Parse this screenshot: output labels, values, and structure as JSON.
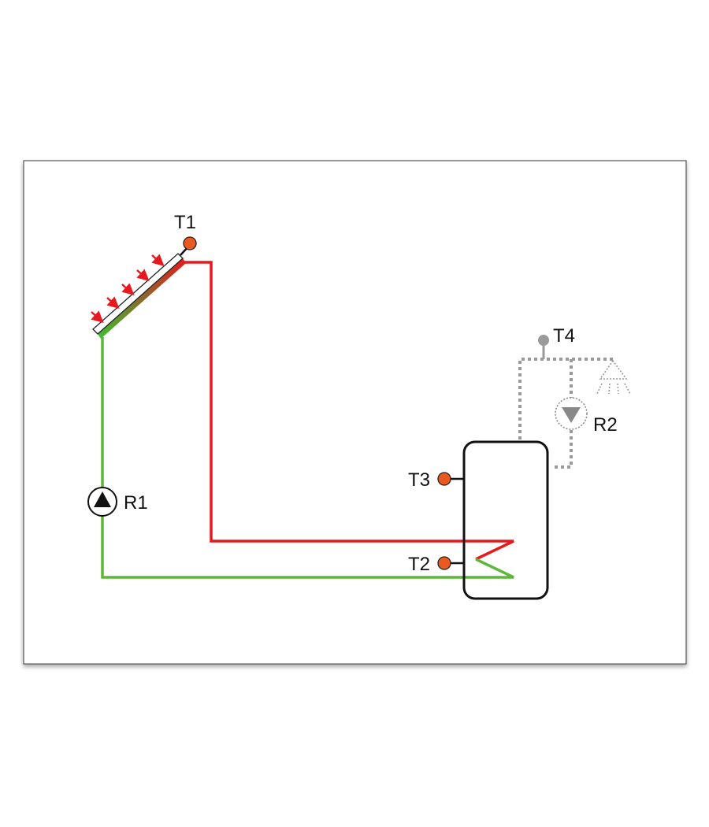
{
  "diagram": {
    "labels": {
      "t1": "T1",
      "t2": "T2",
      "t3": "T3",
      "t4": "T4",
      "r1": "R1",
      "r2": "R2"
    },
    "colors": {
      "hot_pipe": "#e8191c",
      "cold_pipe": "#5cb83a",
      "sensor": "#ea5a1e",
      "dhw_line": "#9a9a9a",
      "tank_outline": "#111111"
    }
  }
}
